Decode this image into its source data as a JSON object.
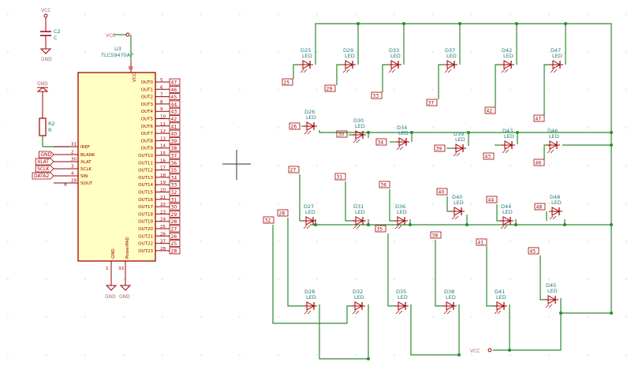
{
  "colors": {
    "wire": "#2e8b2e",
    "component": "#a00000",
    "background": "#ffffff",
    "ic_fill": "#ffffc4",
    "grid": "#cfcfcf"
  },
  "power": {
    "vcc": "VCC",
    "gnd": "GND"
  },
  "c2": {
    "ref": "C2",
    "value": "C"
  },
  "r2": {
    "ref": "R2",
    "value": "R"
  },
  "u3": {
    "ref": "U3",
    "value": "TLC59470AP",
    "left_pins": [
      {
        "name": "IREF",
        "num": "31",
        "net": ""
      },
      {
        "name": "BLANK",
        "num": "2",
        "net": "GND"
      },
      {
        "name": "XLAT",
        "num": "30",
        "net": "XLAT"
      },
      {
        "name": "SCLK",
        "num": "3",
        "net": "SCLK"
      },
      {
        "name": "SIN",
        "num": "4",
        "net": "DATA2"
      },
      {
        "name": "SOUT",
        "num": "29",
        "net": ""
      }
    ],
    "vcc_pin": {
      "name": "VCC",
      "num": "32"
    },
    "gnd_pins": [
      {
        "name": "GND",
        "num": "1"
      },
      {
        "name": "PowerPAD",
        "num": "33"
      }
    ],
    "outputs": [
      {
        "name": "OUT0",
        "num": "5",
        "net": "47"
      },
      {
        "name": "OUT1",
        "num": "6",
        "net": "46"
      },
      {
        "name": "OUT2",
        "num": "7",
        "net": "45"
      },
      {
        "name": "OUT3",
        "num": "8",
        "net": "44"
      },
      {
        "name": "OUT4",
        "num": "9",
        "net": "43"
      },
      {
        "name": "OUT5",
        "num": "10",
        "net": "42"
      },
      {
        "name": "OUT6",
        "num": "11",
        "net": "41"
      },
      {
        "name": "OUT7",
        "num": "12",
        "net": "40"
      },
      {
        "name": "OUT8",
        "num": "13",
        "net": "39"
      },
      {
        "name": "OUT9",
        "num": "14",
        "net": "38"
      },
      {
        "name": "OUT10",
        "num": "15",
        "net": "37"
      },
      {
        "name": "OUT11",
        "num": "16",
        "net": "36"
      },
      {
        "name": "OUT12",
        "num": "17",
        "net": "35"
      },
      {
        "name": "OUT13",
        "num": "18",
        "net": "34"
      },
      {
        "name": "OUT14",
        "num": "19",
        "net": "33"
      },
      {
        "name": "OUT15",
        "num": "20",
        "net": "32"
      },
      {
        "name": "OUT16",
        "num": "21",
        "net": "31"
      },
      {
        "name": "OUT17",
        "num": "22",
        "net": "30"
      },
      {
        "name": "OUT18",
        "num": "23",
        "net": "29"
      },
      {
        "name": "OUT19",
        "num": "24",
        "net": "28"
      },
      {
        "name": "OUT20",
        "num": "25",
        "net": "27"
      },
      {
        "name": "OUT21",
        "num": "26",
        "net": "26"
      },
      {
        "name": "OUT22",
        "num": "27",
        "net": "25"
      },
      {
        "name": "OUT23",
        "num": "28",
        "net": "28"
      }
    ]
  },
  "leds": {
    "value": "LED",
    "row1": [
      {
        "ref": "D25",
        "net": "25"
      },
      {
        "ref": "D29",
        "net": "29"
      },
      {
        "ref": "D33",
        "net": "33"
      },
      {
        "ref": "D37",
        "net": "37"
      },
      {
        "ref": "D42",
        "net": "42"
      },
      {
        "ref": "D47",
        "net": "47"
      }
    ],
    "row2": [
      {
        "ref": "D26",
        "net": "26"
      },
      {
        "ref": "D30",
        "net": "30"
      },
      {
        "ref": "D34",
        "net": "34"
      },
      {
        "ref": "D39",
        "net": "39"
      },
      {
        "ref": "D43",
        "net": "43"
      },
      {
        "ref": "D46",
        "net": "46"
      }
    ],
    "row3": [
      {
        "ref": "D27",
        "net": "27"
      },
      {
        "ref": "D31",
        "net": "31"
      },
      {
        "ref": "D36",
        "net": "36"
      },
      {
        "ref": "D40",
        "net": "40"
      },
      {
        "ref": "D44",
        "net": "44"
      },
      {
        "ref": "D48",
        "net": "48"
      }
    ],
    "row4": [
      {
        "ref": "D28",
        "net": "28"
      },
      {
        "ref": "D32",
        "net": "32"
      },
      {
        "ref": "D35",
        "net": "35"
      },
      {
        "ref": "D38",
        "net": "38"
      },
      {
        "ref": "D41",
        "net": "41"
      },
      {
        "ref": "D45",
        "net": "45"
      }
    ]
  }
}
